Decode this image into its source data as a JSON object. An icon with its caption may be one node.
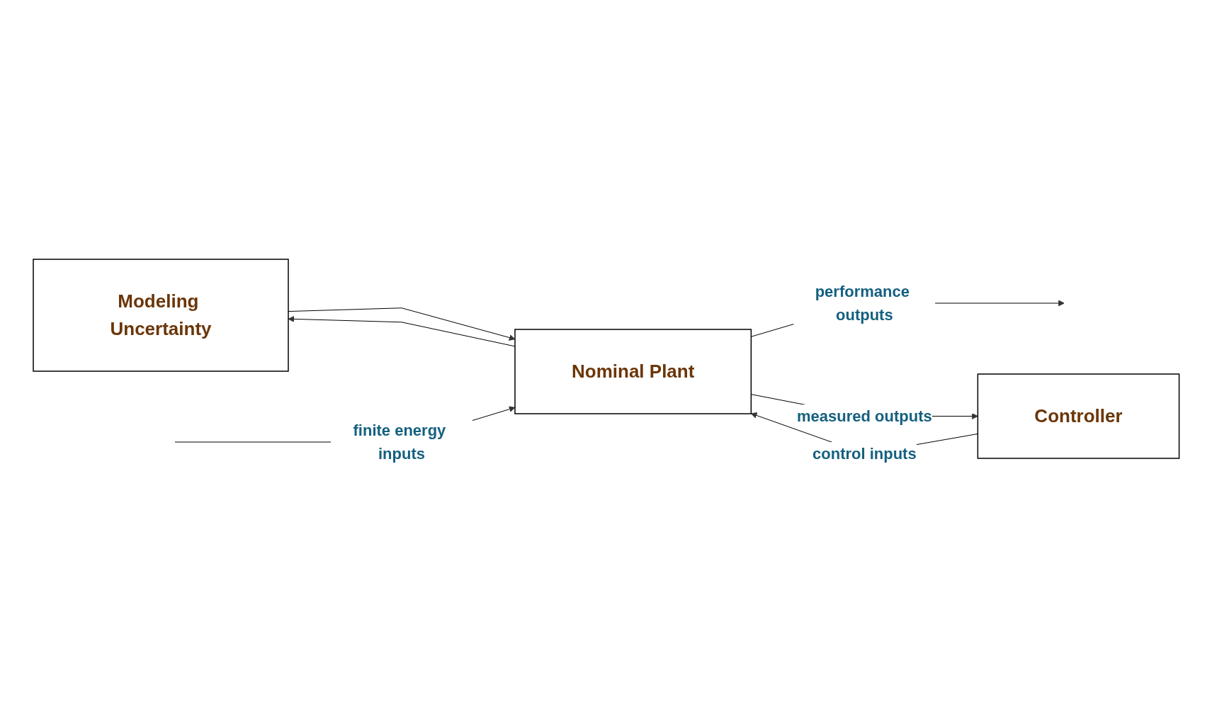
{
  "diagram": {
    "nodes": [
      {
        "text": [
          "Modeling Uncertainty"
        ]
      },
      {
        "text": [
          "Nominal Plant"
        ]
      },
      {
        "text": [
          "Controller"
        ]
      }
    ],
    "edges": [
      {
        "from": 0,
        "to": 1,
        "arrow": "to"
      },
      {
        "from": 1,
        "to": 0,
        "arrow": "to"
      },
      {
        "from": null,
        "to": 1,
        "arrow": "to",
        "label": "finite energy inputs"
      },
      {
        "from": 1,
        "to": null,
        "arrow": "to",
        "label": "performance outputs"
      },
      {
        "from": 2,
        "to": 1,
        "arrow": "to",
        "label": "control inputs"
      },
      {
        "from": 1,
        "to": 2,
        "arrow": "to",
        "label": "measured outputs"
      }
    ]
  }
}
